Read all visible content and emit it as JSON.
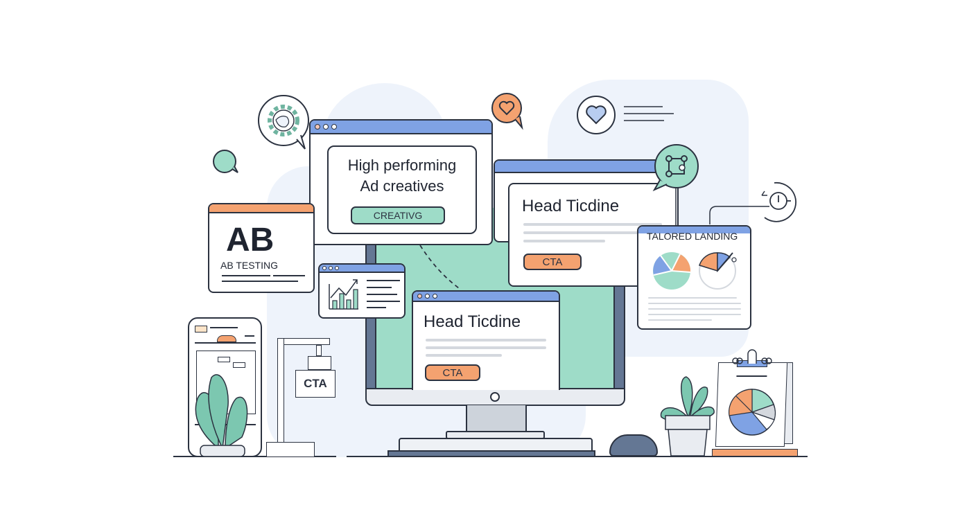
{
  "illustration": {
    "theme": "ad optimization / landing page testing",
    "colors": {
      "outline": "#2b3240",
      "blue": "#7fa2e4",
      "teal": "#9edcc8",
      "orange": "#f4a270",
      "gray": "#d4d8de",
      "background_blob": "#eef3fb",
      "slate": "#647794"
    }
  },
  "creative_window": {
    "title_line1": "High performing",
    "title_line2": "Ad creatives",
    "button_label": "CREATIVG"
  },
  "ab_card": {
    "big_label": "AB",
    "caption": "AB TESTING"
  },
  "headline_window_back": {
    "headline": "Head Ticdine",
    "cta_label": "CTA"
  },
  "headline_window_front": {
    "headline": "Head Ticdine",
    "cta_label": "CTA"
  },
  "landing_card": {
    "title": "TALORED LANDING"
  },
  "hanging_sign": {
    "label": "CTA"
  },
  "icons": [
    "gear-chat-icon",
    "teal-chat-bubble-icon",
    "heart-chat-icon",
    "heart-circle-icon",
    "crop-chat-icon",
    "timer-icon",
    "growth-chart-icon",
    "plant-icon",
    "pie-chart-icon",
    "mouse-icon"
  ]
}
